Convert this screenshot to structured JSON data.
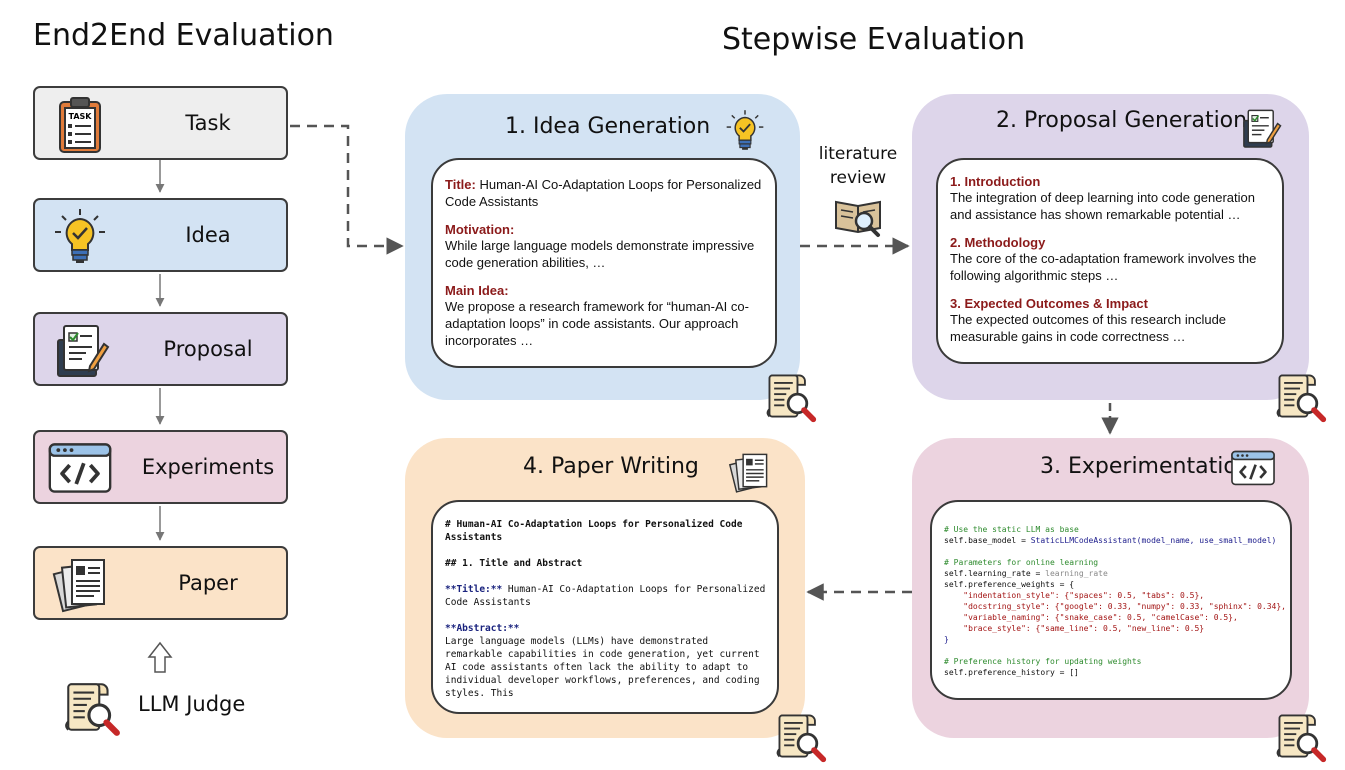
{
  "headings": {
    "end2end": "End2End Evaluation",
    "stepwise": "Stepwise Evaluation"
  },
  "left_flow": {
    "steps": [
      "Task",
      "Idea",
      "Proposal",
      "Experiments",
      "Paper"
    ],
    "judge_label": "LLM Judge"
  },
  "edge_label": {
    "line1": "literature",
    "line2": "review"
  },
  "stages": {
    "idea": {
      "title": "1. Idea Generation",
      "title_key": "Title:",
      "title_value": "Human-AI Co-Adaptation Loops for Personalized Code Assistants",
      "motivation_key": "Motivation:",
      "motivation_text": "While large language models demonstrate impressive code generation abilities, …",
      "main_key": "Main Idea:",
      "main_text": "We propose a research framework for “human-AI co-adaptation loops” in code assistants. Our approach incorporates …"
    },
    "proposal": {
      "title": "2. Proposal Generation",
      "s1_head": "1. Introduction",
      "s1_text": "The integration of deep learning into code generation and assistance has shown remarkable potential …",
      "s2_head": "2. Methodology",
      "s2_text": "The core of the co-adaptation framework involves the following algorithmic steps …",
      "s3_head": "3. Expected Outcomes & Impact",
      "s3_text": "The expected outcomes of this research include measurable gains in code correctness …"
    },
    "experimentation": {
      "title": "3. Experimentation",
      "code": {
        "c1": "# Use the static LLM as base",
        "l2a": "self.base_model = ",
        "l2b": "StaticLLMCodeAssistant(model_name, use_small_model)",
        "c3": "# Parameters for online learning",
        "l4a": "self.learning_rate = ",
        "l4b": "learning_rate",
        "l5": "self.preference_weights = {",
        "l6": "    \"indentation_style\": {\"spaces\": 0.5, \"tabs\": 0.5},",
        "l7": "    \"docstring_style\": {\"google\": 0.33, \"numpy\": 0.33, \"sphinx\": 0.34},",
        "l8": "    \"variable_naming\": {\"snake_case\": 0.5, \"camelCase\": 0.5},",
        "l9": "    \"brace_style\": {\"same_line\": 0.5, \"new_line\": 0.5}",
        "l10": "}",
        "c11": "# Preference history for updating weights",
        "l12": "self.preference_history = []"
      }
    },
    "paper": {
      "title": "4. Paper Writing",
      "h1": "# Human-AI Co-Adaptation Loops for Personalized Code Assistants",
      "h2": "## 1. Title and Abstract",
      "title_key": "**Title:**",
      "title_val": " Human-AI Co-Adaptation Loops for Personalized Code Assistants",
      "abs_key": "**Abstract:**",
      "abs_text": "Large language models (LLMs) have demonstrated remarkable capabilities in code generation, yet current AI code assistants often lack the ability to adapt to individual developer workflows, preferences, and coding styles. This"
    }
  },
  "colors": {
    "task_bg": "#eeeeee",
    "idea_bg": "#d3e3f3",
    "proposal_bg": "#ddd5ea",
    "experiments_bg": "#ecd3df",
    "paper_bg": "#fbe3c8",
    "section_red": "#8b1a1a"
  }
}
